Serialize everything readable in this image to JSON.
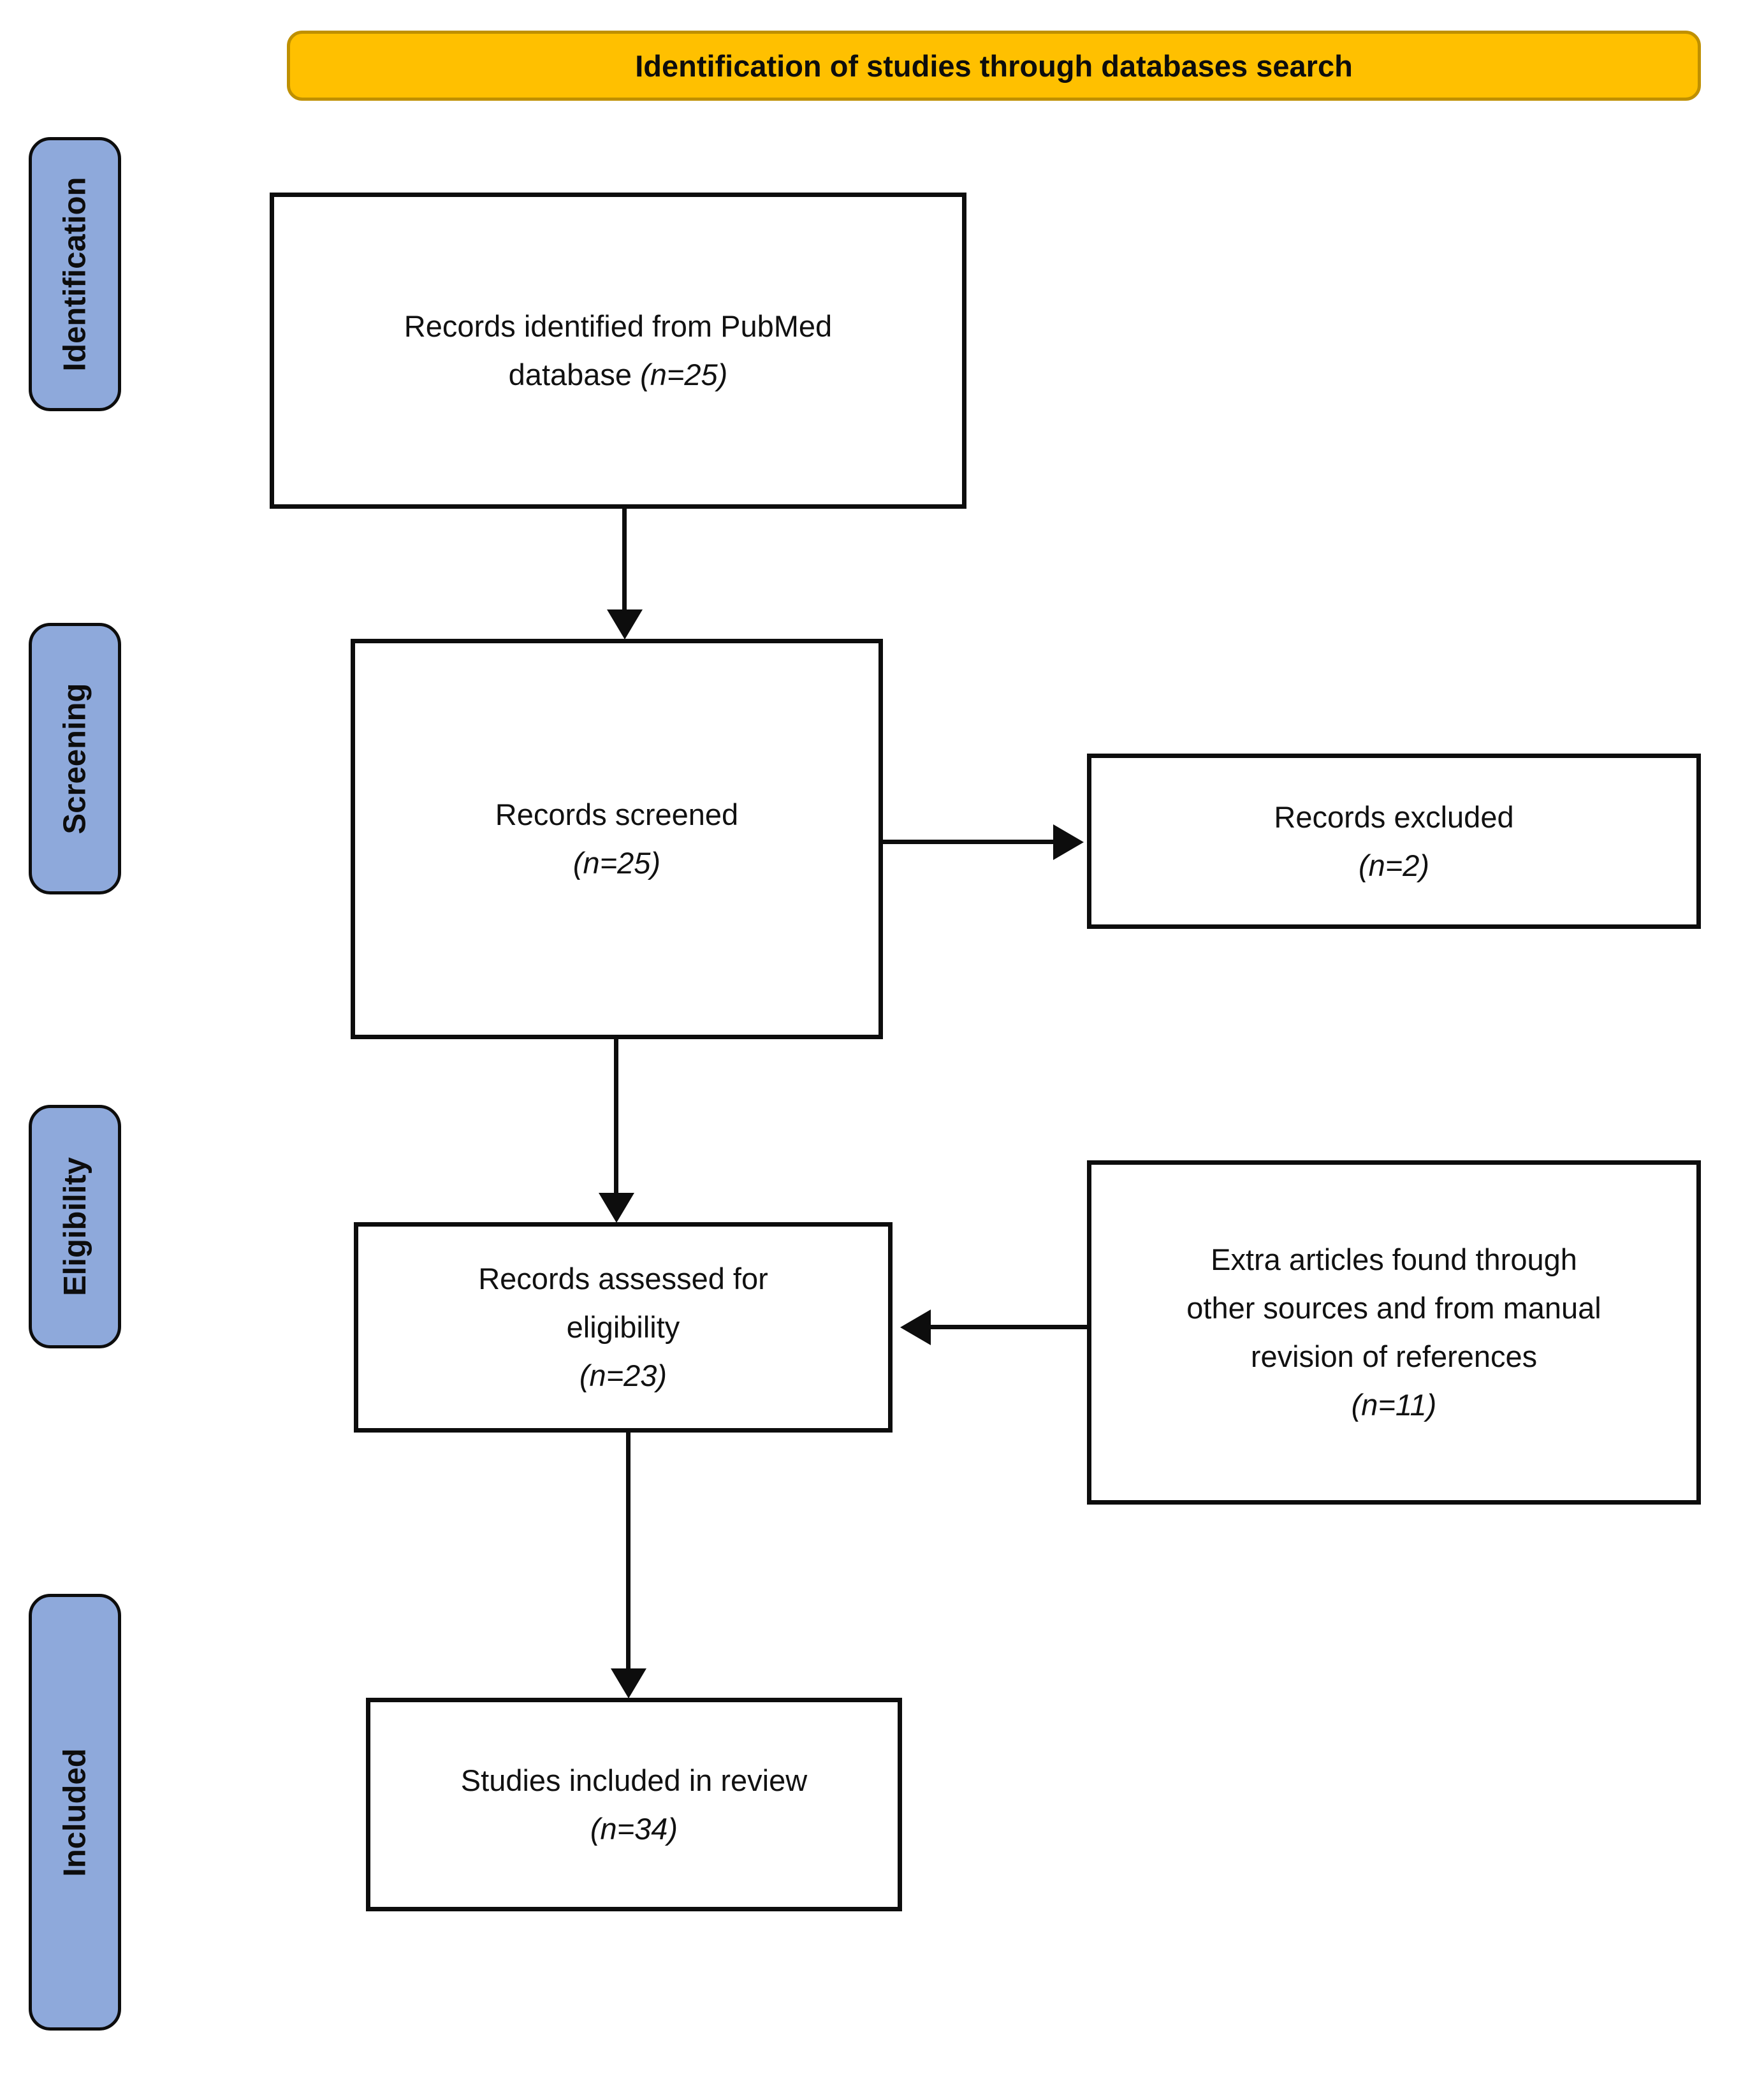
{
  "page": {
    "background": "#FFFFFF"
  },
  "banner": {
    "label": "Identification of studies through databases search",
    "bg_color": "#FFC000",
    "border_color": "#BF9000"
  },
  "sidebar": {
    "bg_color": "#8EA9DB",
    "border_color": "#0D0D0D",
    "items": [
      {
        "label": "Identification"
      },
      {
        "label": "Screening"
      },
      {
        "label": "Eligibility"
      },
      {
        "label": "Included"
      }
    ]
  },
  "flow": {
    "box_border_color": "#0D0D0D",
    "arrow_color": "#0D0D0D",
    "identified": {
      "line1": "Records identified from PubMed",
      "line2": "database",
      "n": "(n=25)"
    },
    "screened": {
      "line1": "Records screened",
      "n": "(n=25)"
    },
    "excluded": {
      "line1": "Records excluded",
      "n": "(n=2)"
    },
    "assessed": {
      "line1": "Records assessed for",
      "line2": "eligibility",
      "n": "(n=23)"
    },
    "extra": {
      "line1": "Extra articles found through",
      "line2": "other sources and from manual",
      "line3": "revision of references",
      "n": "(n=11)"
    },
    "included": {
      "line1": "Studies included in review",
      "n": "(n=34)"
    }
  }
}
